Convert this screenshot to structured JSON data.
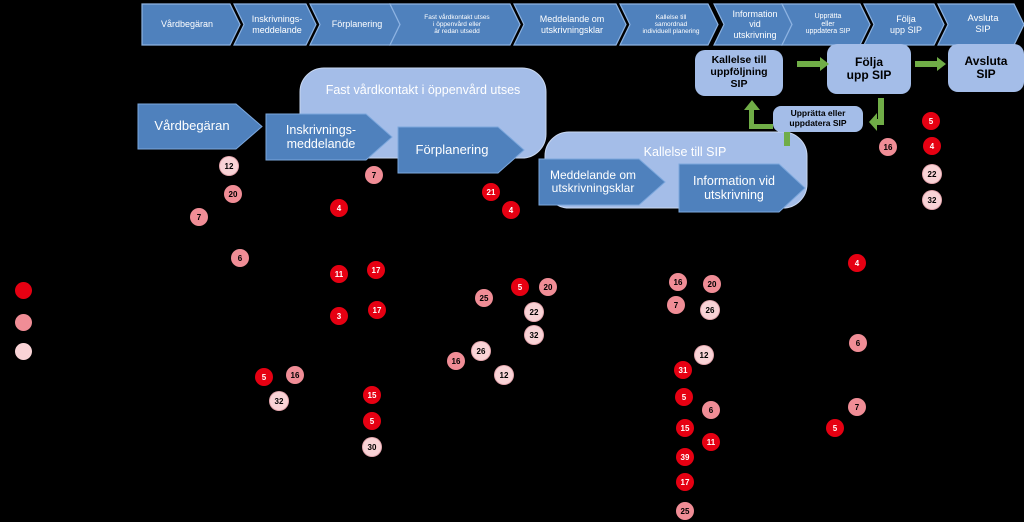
{
  "colors": {
    "dark": "#e60012",
    "medium": "#f08d96",
    "light": "#f9d3d6",
    "chevron": "#4f81bd",
    "chevron_edge": "#7ba7dd",
    "rounded_box": "#a4bde8",
    "arrow_green": "#70ad47"
  },
  "process_bar": [
    "Vårdbegäran",
    "Inskrivnings-\nmeddelande",
    "Förplanering",
    "Fast vårdkontakt  utses\ni öppenvård  eller\när redan  utsedd",
    "Meddelande om\nutskrivningsklar",
    "Kallelse till\nsamordnad\nindividuell planering",
    "Information\nvid\nutskrivning",
    "Upprätta\neller\nuppdatera SIP",
    "Följa\nupp SIP",
    "Avsluta\nSIP"
  ],
  "main_flow": {
    "vardbegaran": "Vårdbegäran",
    "inskrivning": "Inskrivnings-\nmeddelande",
    "forplanering": "Förplanering",
    "fast_vardkontakt": "Fast vårdkontakt i öppenvård utses",
    "kallelse_sip": "Kallelse till SIP",
    "meddelande": "Meddelande om\nutskrivningsklar",
    "information": "Information vid\nutskrivning"
  },
  "sip_cycle": {
    "kallelse": "Kallelse till\nuppföljning\nSIP",
    "folja": "Följa\nupp SIP",
    "avsluta": "Avsluta\nSIP",
    "uppratta": "Upprätta eller\nuppdatera SIP"
  },
  "markers": [
    {
      "label": "12",
      "level": "light"
    },
    {
      "label": "20",
      "level": "medium"
    },
    {
      "label": "7",
      "level": "medium"
    },
    {
      "label": "6",
      "level": "medium"
    },
    {
      "label": "7",
      "level": "medium"
    },
    {
      "label": "4",
      "level": "dark"
    },
    {
      "label": "11",
      "level": "dark"
    },
    {
      "label": "17",
      "level": "dark"
    },
    {
      "label": "3",
      "level": "dark"
    },
    {
      "label": "17",
      "level": "dark"
    },
    {
      "label": "5",
      "level": "dark"
    },
    {
      "label": "16",
      "level": "medium"
    },
    {
      "label": "32",
      "level": "light"
    },
    {
      "label": "15",
      "level": "dark"
    },
    {
      "label": "5",
      "level": "dark"
    },
    {
      "label": "30",
      "level": "light"
    },
    {
      "label": "21",
      "level": "dark"
    },
    {
      "label": "4",
      "level": "dark"
    },
    {
      "label": "25",
      "level": "medium"
    },
    {
      "label": "5",
      "level": "dark"
    },
    {
      "label": "20",
      "level": "medium"
    },
    {
      "label": "22",
      "level": "light"
    },
    {
      "label": "32",
      "level": "light"
    },
    {
      "label": "16",
      "level": "medium"
    },
    {
      "label": "26",
      "level": "light"
    },
    {
      "label": "12",
      "level": "light"
    },
    {
      "label": "16",
      "level": "medium"
    },
    {
      "label": "20",
      "level": "medium"
    },
    {
      "label": "7",
      "level": "medium"
    },
    {
      "label": "26",
      "level": "light"
    },
    {
      "label": "12",
      "level": "light"
    },
    {
      "label": "31",
      "level": "dark"
    },
    {
      "label": "5",
      "level": "dark"
    },
    {
      "label": "6",
      "level": "medium"
    },
    {
      "label": "15",
      "level": "dark"
    },
    {
      "label": "11",
      "level": "dark"
    },
    {
      "label": "39",
      "level": "dark"
    },
    {
      "label": "17",
      "level": "dark"
    },
    {
      "label": "25",
      "level": "medium"
    },
    {
      "label": "5",
      "level": "dark"
    },
    {
      "label": "16",
      "level": "medium"
    },
    {
      "label": "4",
      "level": "dark"
    },
    {
      "label": "22",
      "level": "light"
    },
    {
      "label": "32",
      "level": "light"
    },
    {
      "label": "4",
      "level": "dark"
    },
    {
      "label": "6",
      "level": "medium"
    },
    {
      "label": "7",
      "level": "medium"
    },
    {
      "label": "5",
      "level": "dark"
    }
  ],
  "legend": [
    {
      "level": "dark"
    },
    {
      "level": "medium"
    },
    {
      "level": "light"
    }
  ]
}
